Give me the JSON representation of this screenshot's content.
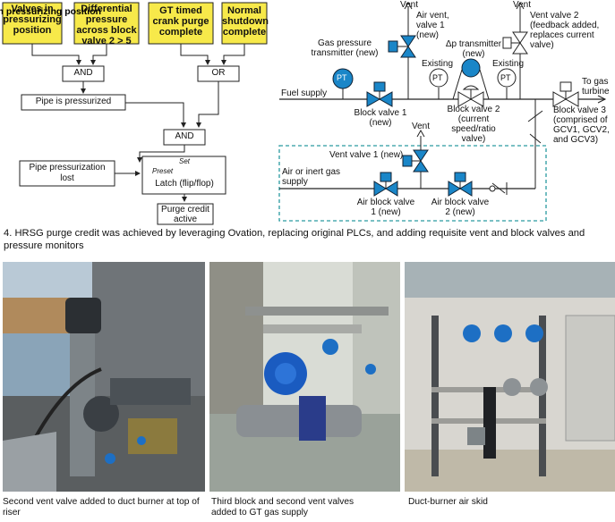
{
  "logic": {
    "inputs": [
      "Valves in pressurizing position",
      "Differential pressure across block valve 2 > 5",
      "GT timed crank purge complete",
      "Normal shutdown complete"
    ],
    "and1": "AND",
    "or1": "OR",
    "pipe_pressurized": "Pipe is pressurized",
    "and2": "AND",
    "lost": "Pipe pressurization lost",
    "latch": {
      "set": "Set",
      "preset": "Preset",
      "label": "Latch (flip/flop)"
    },
    "purge": "Purge credit active"
  },
  "pid": {
    "vent_top_left": "Vent",
    "vent_top_right": "Vent",
    "air_vent": "Air vent, valve 1 (new)",
    "vent_valve2": "Vent valve 2 (feedback added, replaces current valve)",
    "gas_pt": "Gas pressure transmitter (new)",
    "pt": "PT",
    "dp_tx": "Δp transmitter (new)",
    "existing": "Existing",
    "fuel_supply": "Fuel supply",
    "block1": "Block valve 1 (new)",
    "block2": "Block valve 2 (current speed/ratio valve)",
    "block3": "Block valve 3 (comprised of GCV1, GCV2, and GCV3)",
    "to_gt": "To gas turbine",
    "vent_mid": "Vent",
    "vent_valve1": "Vent valve 1 (new)",
    "air_supply": "Air or inert gas supply",
    "air_block1": "Air block valve 1 (new)",
    "air_block2": "Air block valve 2 (new)"
  },
  "figure_caption": "4. HRSG purge credit was achieved by leveraging Ovation, replacing original PLCs, and adding requisite vent and block valves and pressure monitors",
  "photos": [
    {
      "caption": "Second vent valve added to duct burner at top of riser"
    },
    {
      "caption": "Third block and second vent valves added to GT gas supply"
    },
    {
      "caption": "Duct-burner air skid"
    }
  ],
  "colors": {
    "yellow": "#f7e94a",
    "blue": "#1a86c8",
    "teal": "#2a9aa0",
    "line": "#222222"
  }
}
